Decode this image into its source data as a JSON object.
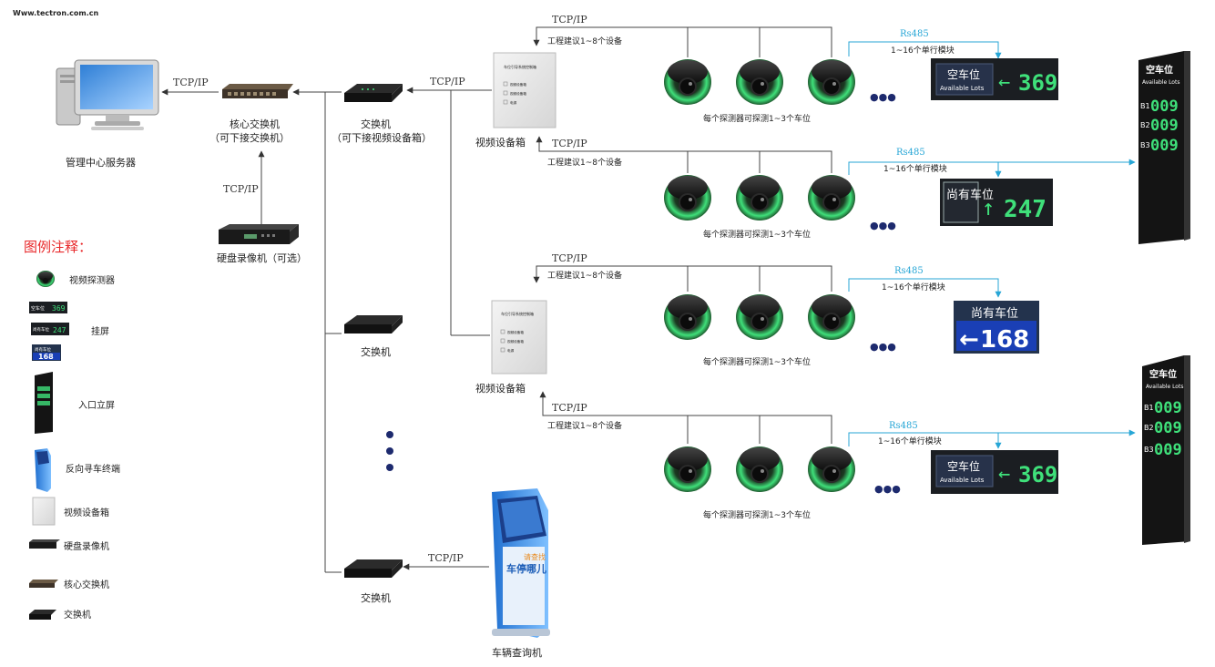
{
  "watermark": "Www.tectron.com.cn",
  "colors": {
    "line": "#444444",
    "rs485": "#27a6d6",
    "legend_title": "#e8282a",
    "led_green": "#3fe07a",
    "panel_dark": "#1b1e22"
  },
  "labels": {
    "server": "管理中心服务器",
    "core_switch": "核心交换机",
    "core_switch_note": "（可下接交换机）",
    "switch_main": "交换机",
    "switch_main_note": "（可下接视频设备箱）",
    "nvr": "硬盘录像机（可选）",
    "switch_2": "交换机",
    "switch_3": "交换机",
    "video_box": "视频设备箱",
    "query_kiosk": "车辆查询机",
    "tcpip": "TCP/IP",
    "rs485": "Rs485",
    "module_note": "1~16个单行模块",
    "per_row_note": "工程建议1~8个设备",
    "per_detector_note": "每个探测器可探测1~3个车位",
    "dots": "●●●"
  },
  "box_panel_text": {
    "title": "车位引导系统控制箱",
    "items": [
      "视频设备箱",
      "视频设备箱",
      "电源"
    ]
  },
  "displays": {
    "row1": {
      "cn": "空车位",
      "en": "Available Lots",
      "arrow": "←",
      "number": "369"
    },
    "row2": {
      "cn": "尚有车位",
      "arrow": "↑",
      "number": "247"
    },
    "row3": {
      "cn": "尚有车位",
      "arrow": "←",
      "number": "168"
    },
    "row4": {
      "cn": "空车位",
      "en": "Available Lots",
      "arrow": "←",
      "number": "369"
    }
  },
  "totems": [
    {
      "title": "空车位",
      "sub": "Available Lots",
      "rows": [
        {
          "label": "B1",
          "value": "009"
        },
        {
          "label": "B2",
          "value": "009"
        },
        {
          "label": "B3",
          "value": "009"
        }
      ]
    },
    {
      "title": "空车位",
      "sub": "Available Lots",
      "rows": [
        {
          "label": "B1",
          "value": "009"
        },
        {
          "label": "B2",
          "value": "009"
        },
        {
          "label": "B3",
          "value": "009"
        }
      ]
    }
  ],
  "kiosk": {
    "screen_text": "请查找",
    "side_text": "车停哪儿"
  },
  "legend": {
    "title": "图例注释：",
    "items": {
      "detector": "视频探测器",
      "wall_screen": "挂屏",
      "entry_screen": "入口立屏",
      "kiosk": "反向寻车终端",
      "video_box": "视频设备箱",
      "nvr": "硬盘录像机",
      "core_switch": "核心交换机",
      "switch": "交换机"
    },
    "mini_displays": [
      {
        "cn": "空车位",
        "number": "369"
      },
      {
        "cn": "尚有车位",
        "number": "247"
      },
      {
        "cn": "尚有车位",
        "number": "168"
      }
    ]
  }
}
